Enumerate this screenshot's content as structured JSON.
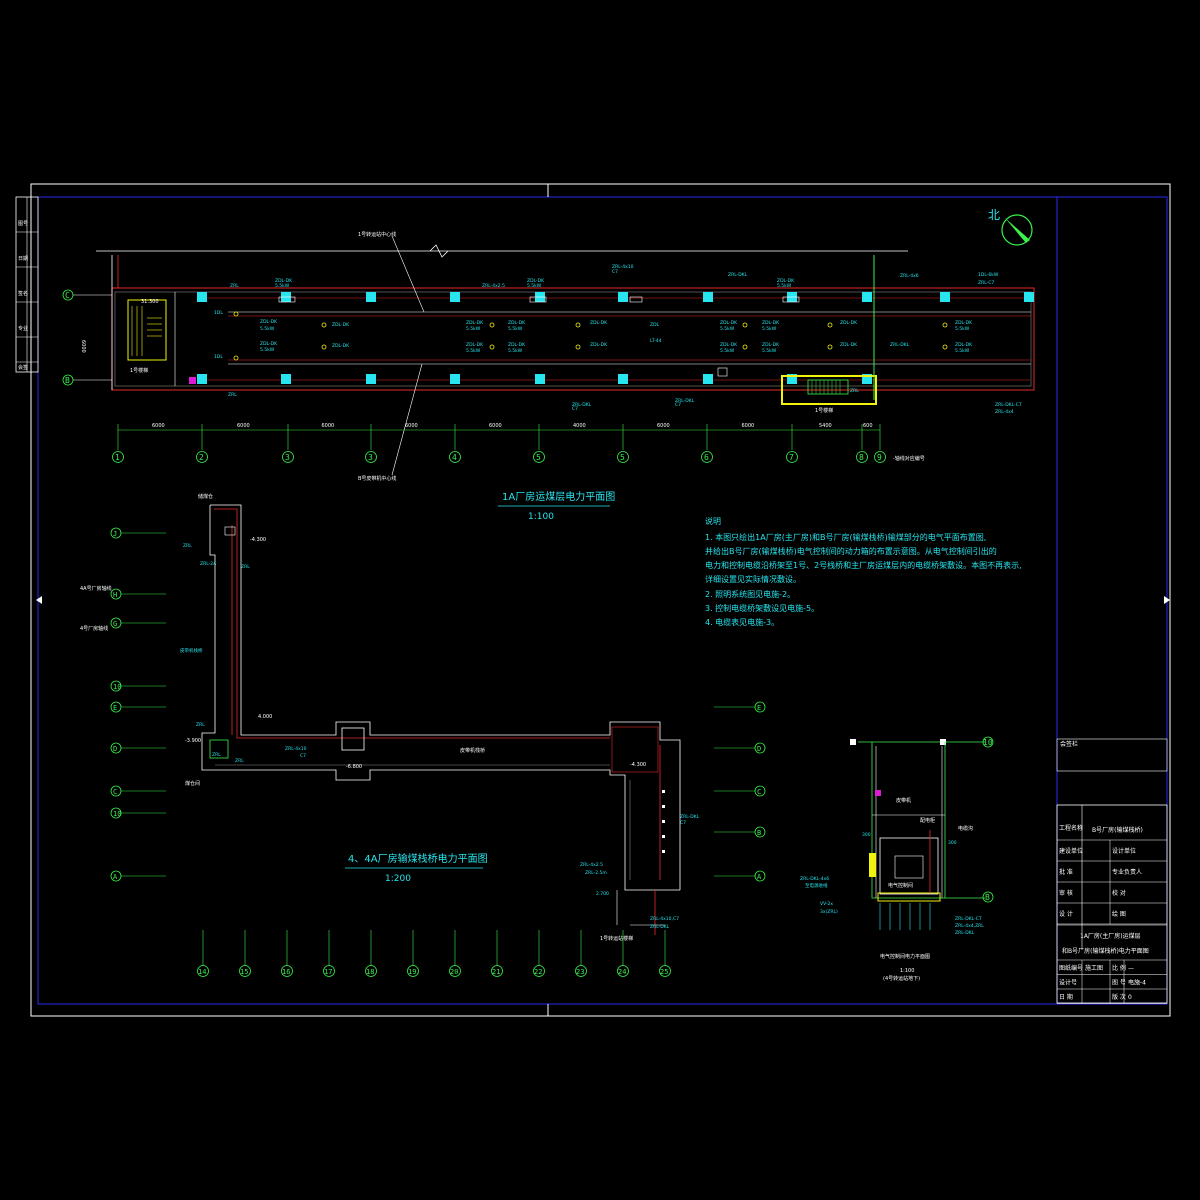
{
  "colors": {
    "background": "#000000",
    "frame": "#ffffff",
    "inner_frame": "#2a2af0",
    "cyan": "#27e6ef",
    "green": "#3af04b",
    "red": "#e82a2a",
    "yellow": "#f2f20f",
    "magenta": "#e01ad6",
    "white": "#ffffff"
  },
  "north": {
    "label": "北",
    "icon": "north-arrow-icon"
  },
  "plan1": {
    "title": "1A厂房运煤层电力平面图",
    "scale": "1:100",
    "axis_b": "1号转运站中心线",
    "axis_c": "B号皮带机中心线",
    "stair1": "1号楼梯",
    "stair2": "1号楼梯",
    "dim": "6000",
    "el": "31.300",
    "axis_note": "-轴线对应编号",
    "row_c": "C",
    "row_b": "B",
    "axes": [
      "1",
      "2",
      "3",
      "3",
      "4",
      "5",
      "5",
      "6",
      "7",
      "8",
      "9"
    ],
    "spans": [
      "6000",
      "6000",
      "6000",
      "6000",
      "6000",
      "4000",
      "6000",
      "6000",
      "5400",
      "600"
    ]
  },
  "plan2": {
    "title": "4、4A厂房输煤栈桥电力平面图",
    "scale": "1:200",
    "bridge_label": "皮带机栈桥",
    "room_top": "储煤仓",
    "room_bottom": "煤仓间",
    "left_rows": [
      "J",
      "H",
      "G",
      "10",
      "E",
      "D",
      "C",
      "10",
      "A"
    ],
    "right_rows": [
      "E",
      "D",
      "C",
      "B",
      "A"
    ],
    "bottom_axes": [
      "14",
      "15",
      "16",
      "17",
      "18",
      "19",
      "20",
      "21",
      "22",
      "23",
      "24",
      "25"
    ],
    "side_note_1": "4A号厂房轴线",
    "side_note_2": "4号厂房轴线",
    "stair": "1号转运站楼梯",
    "elevs": [
      "-4.300",
      "-6.800",
      "-3.900",
      "-4.300",
      "4.000"
    ]
  },
  "plan3": {
    "title": "电气控制间电力平面图",
    "scale": "1:100",
    "subtitle": "(4号转运站地下)",
    "room": "电气控制间",
    "room2": "配电柜",
    "label_a": "皮带机",
    "label_b": "电缆沟",
    "axis_top": "10",
    "axis_right": "B"
  },
  "notes": {
    "heading": "说明",
    "items": [
      "1. 本图只绘出1A厂房(主厂房)和B号厂房(输煤栈桥)输煤部分的电气平面布置图,",
      "   并给出B号厂房(输煤栈桥)电气控制间的动力箱的布置示意图。从电气控制间引出的",
      "   电力和控制电缆沿桥架至1号、2号栈桥和主厂房运煤层内的电缆桥架敷设。本图不再表示,",
      "   详细设置见实际情况敷设。",
      "2. 照明系统图见电施-2。",
      "3. 控制电缆桥架敷设见电施-5。",
      "4. 电缆表见电施-3。"
    ]
  },
  "title_block": {
    "project_label": "工程名称",
    "project": "B号厂房(输煤栈桥)",
    "rows": [
      [
        "建设单位",
        "",
        "设计单位",
        ""
      ],
      [
        "批 准",
        "",
        "专业负责人",
        ""
      ],
      [
        "审 核",
        "",
        "校 对",
        ""
      ],
      [
        "设 计",
        "",
        "绘 图",
        ""
      ]
    ],
    "drawing_title_1": "1A厂房(主厂房)运煤层",
    "drawing_title_2": "和B号厂房(输煤栈桥)电力平面图",
    "bottom_rows": [
      [
        "图纸编号",
        "施工图",
        "比 例",
        "—"
      ],
      [
        "设计号",
        "",
        "图 号",
        "电施-4"
      ],
      [
        "日 期",
        "",
        "版 次",
        "0"
      ]
    ],
    "note_label": "会签栏"
  },
  "left_strip": [
    "图号",
    "日期",
    "签名",
    "专业",
    "会签"
  ]
}
